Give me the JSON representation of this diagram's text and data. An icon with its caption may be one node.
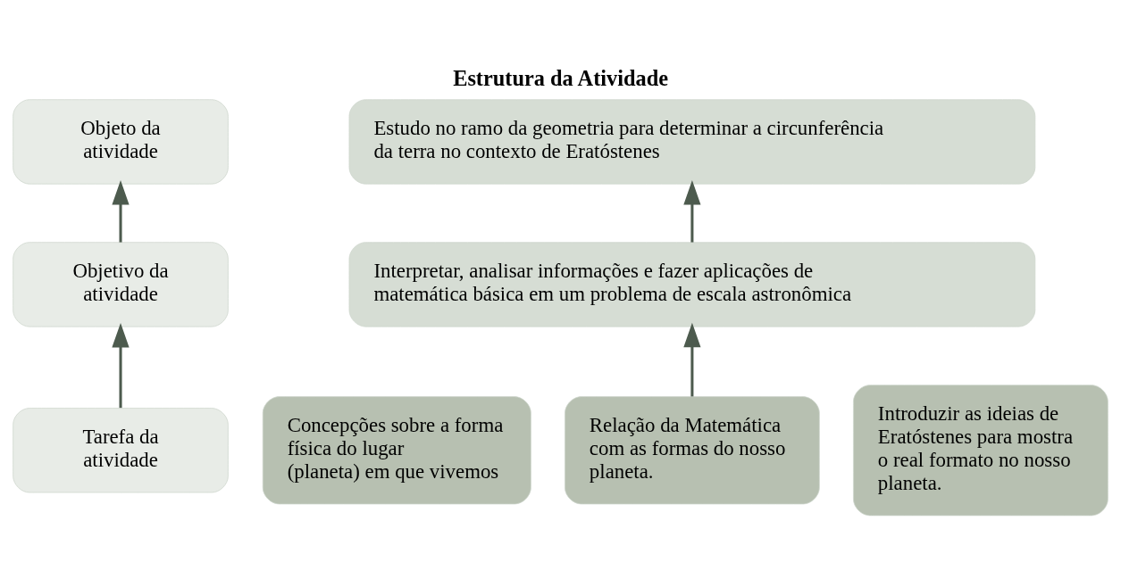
{
  "diagram": {
    "title": "Estrutura da Atividade",
    "nodes": [
      {
        "text": [
          "Objeto da atividade"
        ]
      },
      {
        "text": [
          "Objetivo da atividade"
        ]
      },
      {
        "text": [
          "Tarefa da atividade"
        ]
      },
      {
        "text": [
          "Estudo no ramo da geometria para determinar a circunferência da terra no contexto de Eratóstenes"
        ]
      },
      {
        "text": [
          "Interpretar, analisar informações e fazer aplicações de matemática básica em um problema de escala astronômica"
        ]
      },
      {
        "text": [
          "Concepções sobre a forma física do lugar (planeta) em que vivemos"
        ]
      },
      {
        "text": [
          "Relação da Matemática com as formas do nosso planeta."
        ]
      },
      {
        "text": [
          "Introduzir as ideias de Eratóstenes para mostra o real formato no nosso planeta."
        ]
      }
    ],
    "edges": [
      {
        "from": 1,
        "to": 0,
        "arrow": "to"
      },
      {
        "from": 2,
        "to": 1,
        "arrow": "to"
      },
      {
        "from": 4,
        "to": 3,
        "arrow": "to"
      },
      {
        "from": 6,
        "to": 4,
        "arrow": "to"
      }
    ]
  }
}
